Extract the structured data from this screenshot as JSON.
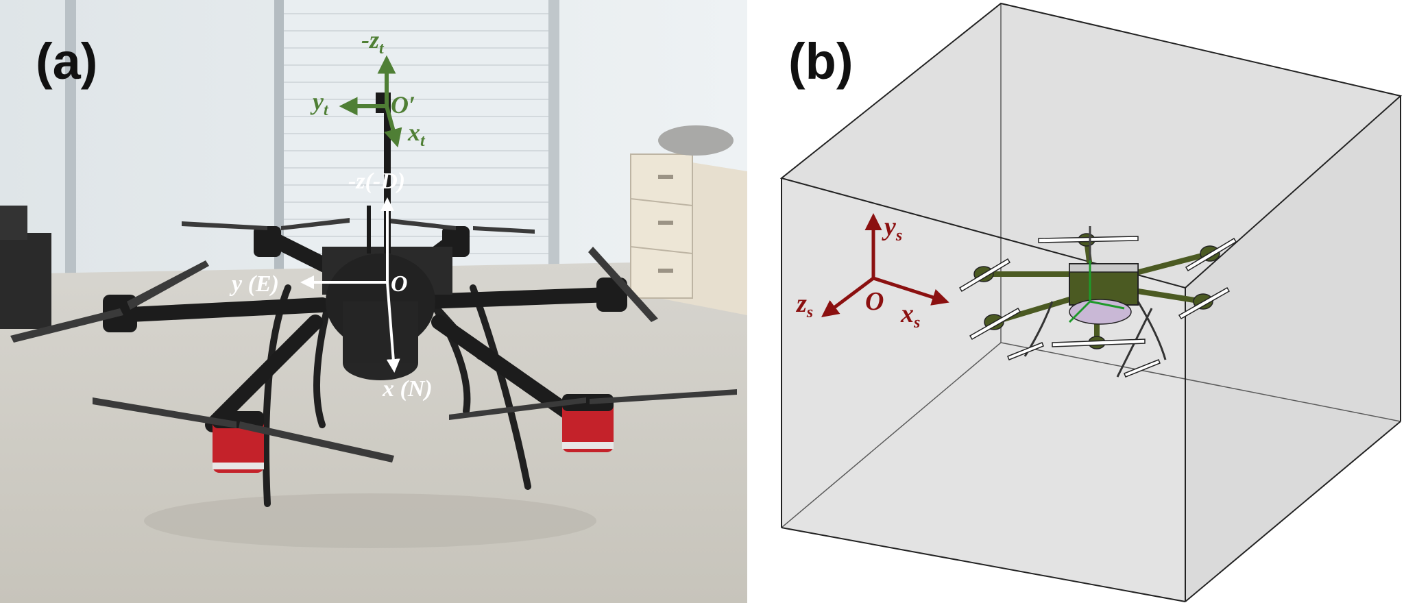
{
  "panels": {
    "a": {
      "label": "(a)",
      "body_frame": {
        "minus_z": "-z(-D)",
        "y": "y (E)",
        "origin": "O",
        "x": "x (N)"
      },
      "tip_frame": {
        "minus_z": "-z",
        "minus_z_sub": "t",
        "y": "y",
        "y_sub": "t",
        "x": "x",
        "x_sub": "t",
        "origin": "O′"
      }
    },
    "b": {
      "label": "(b)",
      "sim_frame": {
        "y": "y",
        "y_sub": "s",
        "z": "z",
        "z_sub": "s",
        "origin": "O",
        "x": "x",
        "x_sub": "s"
      }
    }
  },
  "colors": {
    "body_axes": "#ffffff",
    "tip_axes": "#4f7f35",
    "sim_axes": "#8b1010",
    "box_face": "#e3e3e3",
    "box_edge": "#333333",
    "drone_dark": "#1c1c1c",
    "motor_red": "#c4222a",
    "floor": "#cfccc3",
    "wall": "#e6ebee"
  }
}
